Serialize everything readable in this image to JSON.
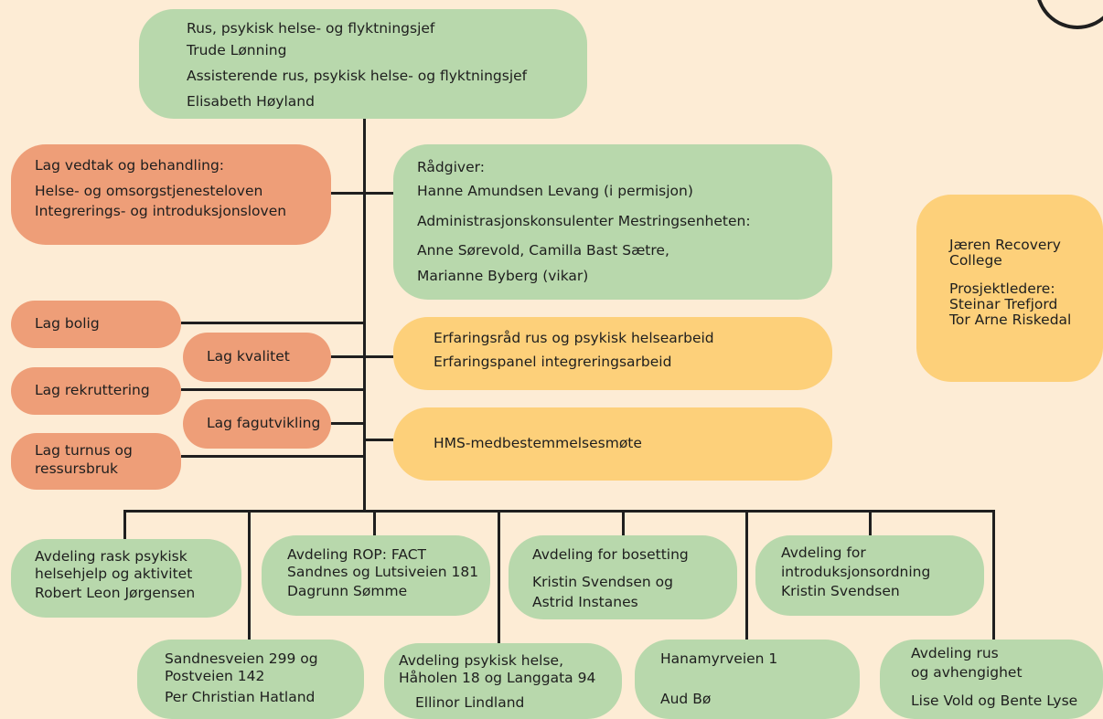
{
  "top": {
    "title1": "Rus, psykisk helse- og flyktningsjef",
    "name1": "Trude Lønning",
    "title2": "Assisterende rus, psykisk helse- og flyktningsjef",
    "name2": "Elisabeth Høyland"
  },
  "vedtak": {
    "title": "Lag vedtak og behandling:",
    "line1": "Helse- og omsorgstjenesteloven",
    "line2": "Integrerings- og introduksjonsloven"
  },
  "radgiver": {
    "title": "Rådgiver:",
    "name": "Hanne Amundsen Levang (i permisjon)",
    "title2": "Administrasjonskonsulenter Mestringsenheten:",
    "names1": "Anne Sørevold, Camilla Bast Sætre,",
    "names2": "Marianne Byberg (vikar)"
  },
  "college": {
    "title1": "Jæren Recovery",
    "title2": "College",
    "role": "Prosjektledere:",
    "name1": "Steinar Trefjord",
    "name2": "Tor Arne Riskedal"
  },
  "lag": {
    "bolig": "Lag bolig",
    "kvalitet": "Lag kvalitet",
    "rekruttering": "Lag rekruttering",
    "fagutvikling": "Lag fagutvikling",
    "turnus1": "Lag turnus og",
    "turnus2": "ressursbruk"
  },
  "erfaring": {
    "line1": "Erfaringsråd rus og psykisk helsearbeid",
    "line2": "Erfaringspanel integreringsarbeid"
  },
  "hms": {
    "label": "HMS-medbestemmelsesmøte"
  },
  "units": {
    "rask": {
      "l1": "Avdeling rask psykisk",
      "l2": "helsehjelp og aktivitet",
      "name": "Robert Leon Jørgensen"
    },
    "rop": {
      "l1": "Avdeling ROP: FACT",
      "l2": "Sandnes og Lutsiveien 181",
      "name": "Dagrunn Sømme"
    },
    "bosetting": {
      "l1": "Avdeling for bosetting",
      "n1": "Kristin Svendsen og",
      "n2": "Astrid Instanes"
    },
    "intro": {
      "l1": "Avdeling for",
      "l2": "introduksjonsordning",
      "name": "Kristin Svendsen"
    },
    "sandnesveien": {
      "l1": "Sandnesveien 299 og",
      "l2": "Postveien 142",
      "name": "Per Christian Hatland"
    },
    "psykisk": {
      "l1": "Avdeling psykisk helse,",
      "l2": "Håholen 18 og Langgata 94",
      "name": "Ellinor Lindland"
    },
    "hanamyr": {
      "l1": "Hanamyrveien 1",
      "name": "Aud Bø"
    },
    "rus": {
      "l1": "Avdeling rus",
      "l2": "og avhengighet",
      "name": "Lise Vold og Bente Lyse"
    }
  },
  "colors": {
    "background": "#fdecd5",
    "green": "#b8d8ac",
    "salmon": "#ee9e78",
    "yellow": "#fdd07a",
    "line": "#1f1f1f"
  }
}
